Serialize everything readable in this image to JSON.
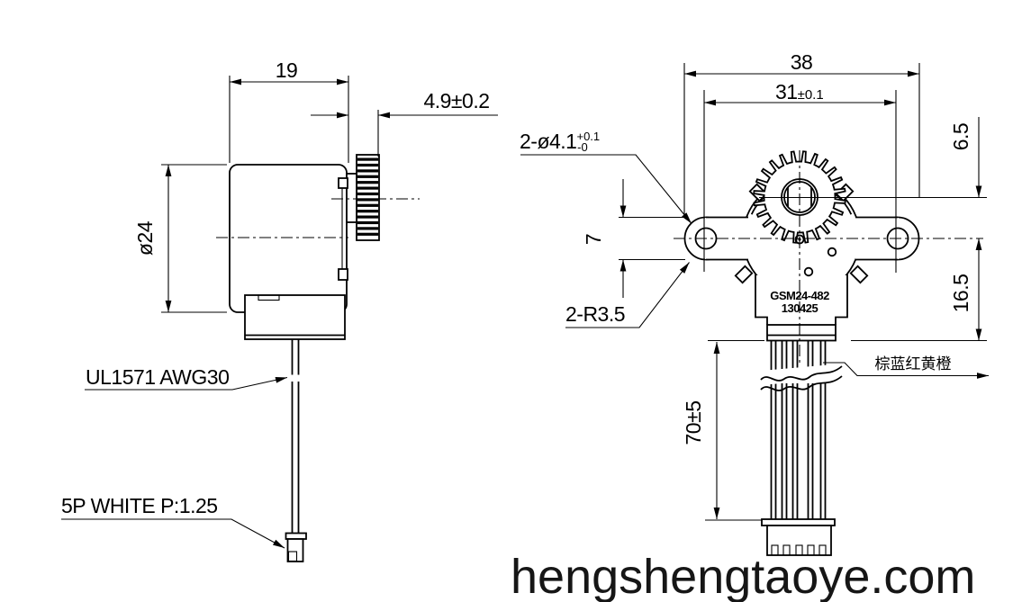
{
  "side_view": {
    "dim_length": "19",
    "dim_gear_width": "4.9±0.2",
    "dim_diameter": "ø24",
    "cable_label": "UL1571 AWG30",
    "connector_label": "5P WHITE P:1.25"
  },
  "front_view": {
    "dim_overall_width": "38",
    "dim_hole_spacing": "31",
    "dim_hole_spacing_tol": "±0.1",
    "dim_shaft_offset": "6.5",
    "dim_body_height": "16.5",
    "dim_ear_width": "7",
    "holes_label": "2-ø4.1",
    "holes_tol_plus": "+0.1",
    "holes_tol_minus": "-0",
    "ears_radius_label": "2-R3.5",
    "part_number": "GSM24-482",
    "date_code": "130425",
    "dim_lead_length": "70±5",
    "lead_colors_label": "棕蓝红黄橙"
  },
  "watermark": "hengshengtaoye.com",
  "colors": {
    "line": "#000000",
    "background": "#ffffff",
    "watermark": "#161616"
  }
}
